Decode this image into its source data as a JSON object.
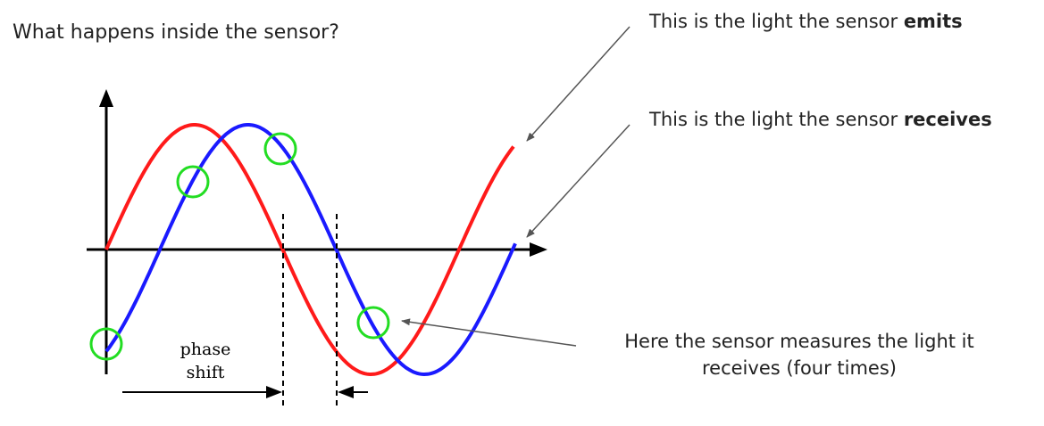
{
  "title": "What happens inside the sensor?",
  "captions": {
    "emits_prefix": "This is the light the sensor ",
    "emits_bold": "emits",
    "receives_prefix": "This is the light the sensor ",
    "receives_bold": "receives",
    "measure_line1": "Here the sensor measures the light it",
    "measure_line2": "receives (four times)"
  },
  "phase_label": {
    "line1": "phase",
    "line2": "shift"
  },
  "colors": {
    "emitted_wave": "#ff1a1a",
    "received_wave": "#1a1aff",
    "sample_marker": "#22dd22",
    "axis": "#000000",
    "pointer": "#555555"
  }
}
